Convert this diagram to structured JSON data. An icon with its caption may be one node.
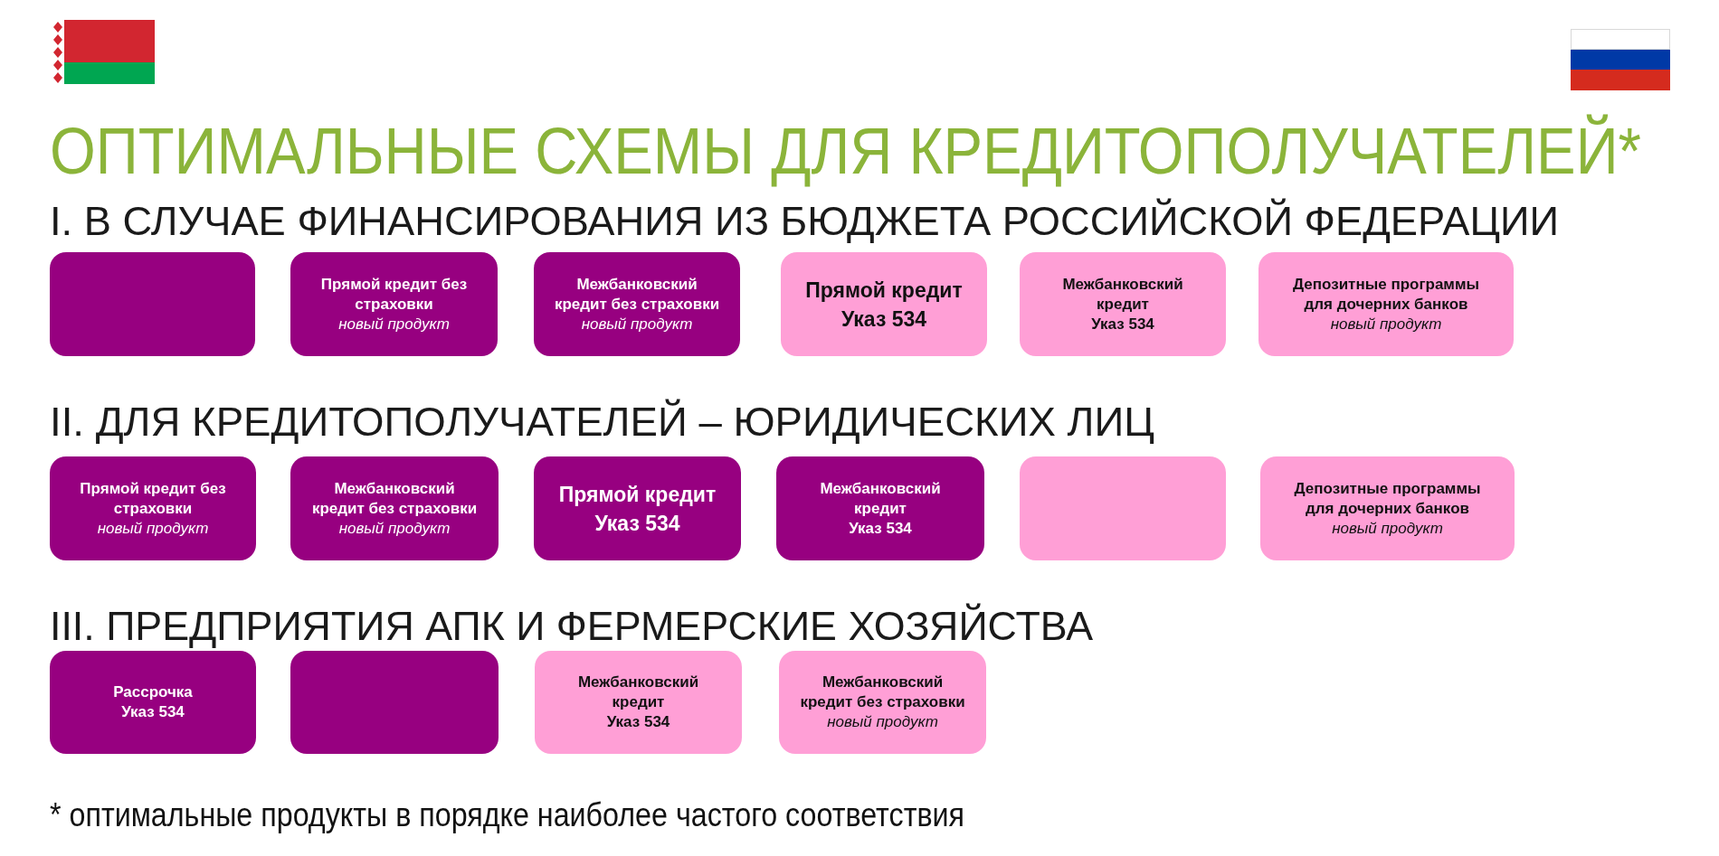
{
  "diagram": {
    "title": "ОПТИМАЛЬНЫЕ СХЕМЫ ДЛЯ КРЕДИТОПОЛУЧАТЕЛЕЙ*",
    "nodes": [
      {
        "text": [],
        "shape": "box"
      },
      {
        "text": [
          "Прямой кредит без страховки",
          "новый продукт"
        ]
      },
      {
        "text": [
          "Межбанковский кредит без страховки",
          "новый продукт"
        ]
      },
      {
        "text": [
          "Прямой кредит",
          "Указ 534"
        ]
      },
      {
        "text": [
          "Межбанковский кредит",
          "Указ 534"
        ]
      },
      {
        "text": [
          "Депозитные программы для дочерних банков",
          "новый продукт"
        ]
      },
      {
        "text": [
          "Прямой кредит без страховки",
          "новый продукт"
        ]
      },
      {
        "text": [
          "Межбанковский кредит без страховки",
          "новый продукт"
        ]
      },
      {
        "text": [
          "Прямой кредит",
          "Указ 534"
        ]
      },
      {
        "text": [
          "Межбанковский кредит",
          "Указ 534"
        ]
      },
      {
        "text": [],
        "shape": "box"
      },
      {
        "text": [
          "Депозитные программы для дочерних банков",
          "новый продукт"
        ]
      },
      {
        "text": [
          "Рассрочка",
          "Указ 534"
        ]
      },
      {
        "text": [],
        "shape": "box"
      },
      {
        "text": [
          "Межбанковский кредит",
          "Указ 534"
        ]
      },
      {
        "text": [
          "Межбанковский кредит без страховки",
          "новый продукт"
        ]
      }
    ],
    "labels": [
      "I. В СЛУЧАЕ ФИНАНСИРОВАНИЯ ИЗ БЮДЖЕТА РОССИЙСКОЙ ФЕДЕРАЦИИ",
      "II. ДЛЯ КРЕДИТОПОЛУЧАТЕЛЕЙ – ЮРИДИЧЕСКИХ ЛИЦ",
      "III. ПРЕДПРИЯТИЯ АПК И ФЕРМЕРСКИЕ ХОЗЯЙСТВА",
      "* оптимальные продукты в порядке наиболее частого соответствия"
    ]
  }
}
